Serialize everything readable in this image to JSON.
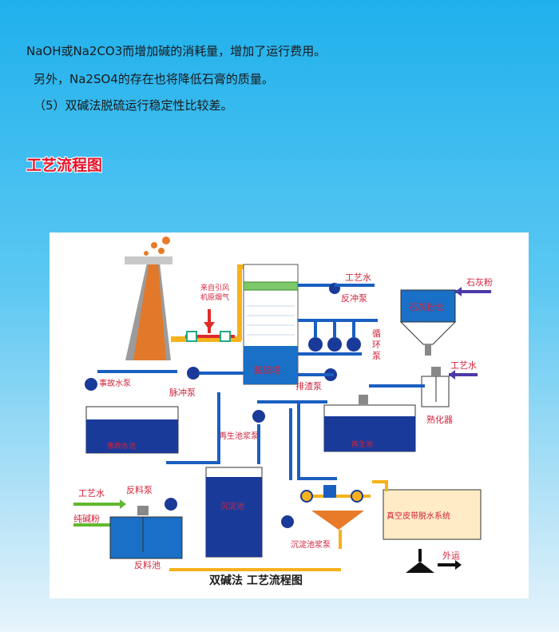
{
  "paragraphs": {
    "line1": "NaOH或Na2CO3而增加碱的消耗量，增加了运行费用。",
    "line2": "另外，Na2SO4的存在也将降低石膏的质量。",
    "line3": "（5）双碱法脱硫运行稳定性比较差。"
  },
  "section": {
    "title": "工艺流程图"
  },
  "diagram": {
    "caption": "双碱法  工艺流程图",
    "labels": {
      "fan_flue": "来自引风",
      "fan_flue2": "机原烟气",
      "process_water_top": "工艺水",
      "backflush_pump": "反冲泵",
      "circ_pump_1": "循",
      "circ_pump_2": "环",
      "circ_pump_3": "泵",
      "lime_powder": "石灰粉",
      "lime_silo": "石灰粉仓",
      "process_water_right": "工艺水",
      "slaker": "熟化器",
      "accident_pump": "事故水泵",
      "pulse_pump": "脉冲泵",
      "tower": "脱硫塔",
      "slag_pump": "排渣泵",
      "accident_tank": "事故水池",
      "regen_pump": "再生池浆泵",
      "regen_tank": "再生池",
      "process_water_left": "工艺水",
      "feed_pump": "反料泵",
      "soda_powder": "纯碱粉",
      "feed_tank": "反料池",
      "settling_tank": "沉淀池",
      "settling_pump": "沉淀池浆泵",
      "vacuum_belt": "真空皮带脱水系统",
      "transport_out": "外运"
    }
  }
}
